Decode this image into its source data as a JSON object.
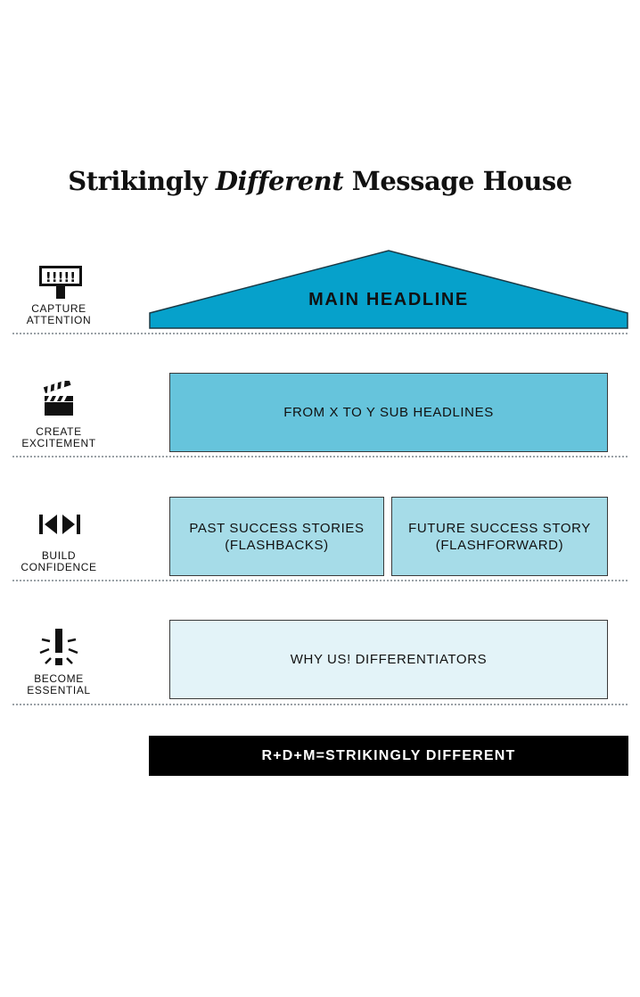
{
  "title": {
    "part1": "Strikingly ",
    "part2_italic": "Different",
    "part3": " Message House"
  },
  "rows": [
    {
      "icon": "billboard-icon",
      "label_line1": "CAPTURE",
      "label_line2": "ATTENTION"
    },
    {
      "icon": "clapperboard-icon",
      "label_line1": "CREATE",
      "label_line2": "EXCITEMENT"
    },
    {
      "icon": "rewind-forward-icon",
      "label_line1": "BUILD",
      "label_line2": "CONFIDENCE"
    },
    {
      "icon": "exclamation-icon",
      "label_line1": "BECOME",
      "label_line2": "ESSENTIAL"
    }
  ],
  "roof": {
    "text": "MAIN HEADLINE",
    "color": "#06a1cb"
  },
  "sub_headlines": {
    "text": "FROM X TO Y SUB HEADLINES",
    "color": "#66c4dc"
  },
  "past_stories": {
    "line1": "PAST SUCCESS STORIES",
    "line2": "(FLASHBACKS)",
    "color": "#a6dce8"
  },
  "future_story": {
    "line1": "FUTURE SUCCESS STORY",
    "line2": "(FLASHFORWARD)",
    "color": "#a6dce8"
  },
  "differentiators": {
    "text": "WHY US! DIFFERENTIATORS",
    "color": "#e3f3f8"
  },
  "formula": {
    "text": "R+D+M=STRIKINGLY DIFFERENT",
    "color": "#000000"
  },
  "billboard_marks": "!!!!!"
}
